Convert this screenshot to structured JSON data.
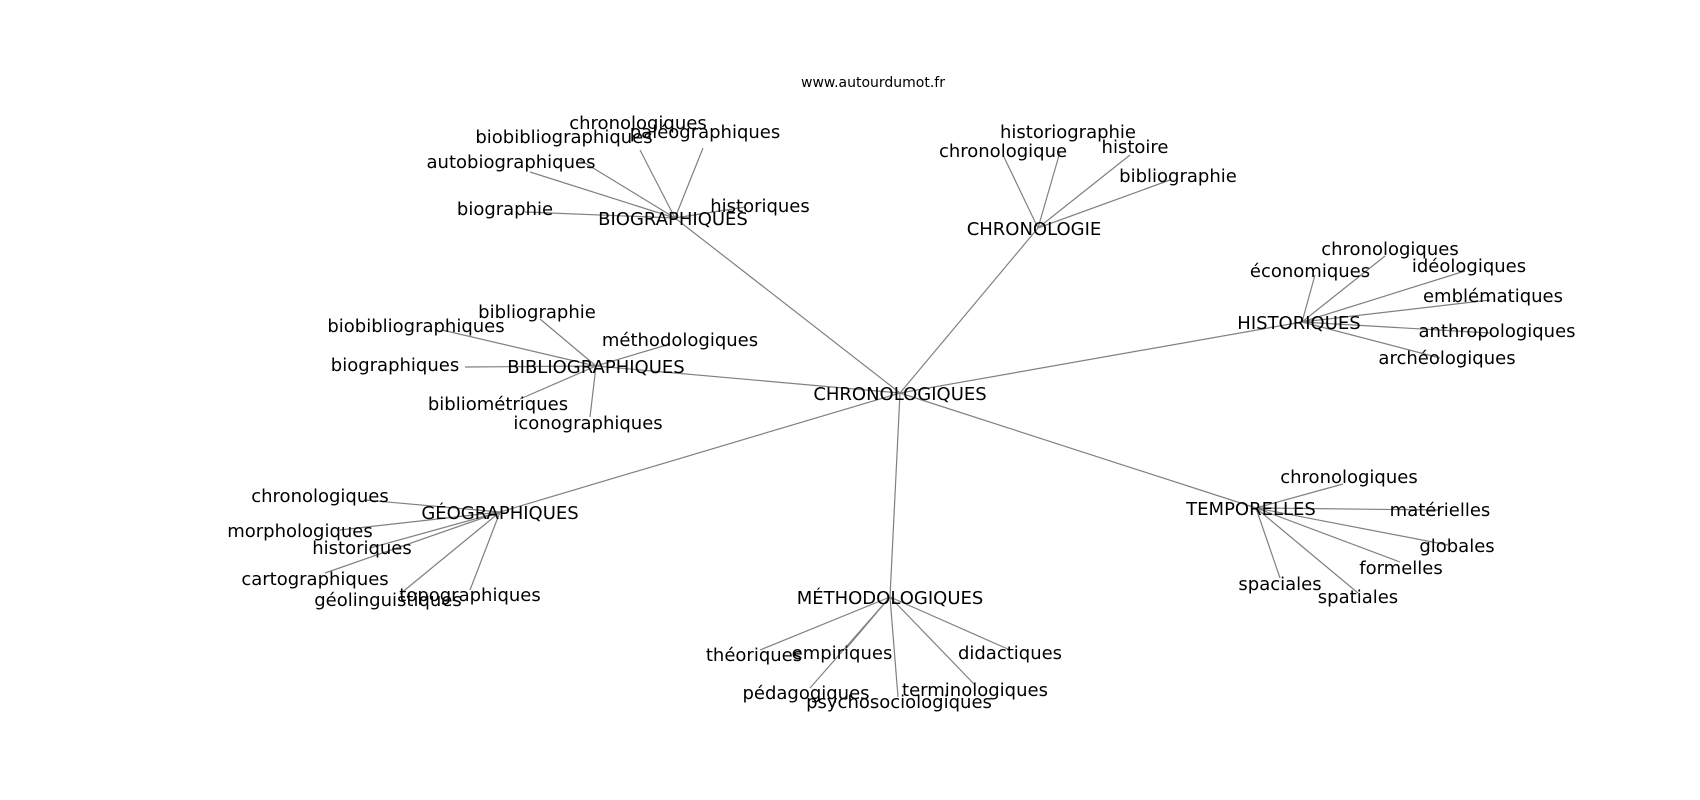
{
  "source_label": "www.autourdumot.fr",
  "edge_color": "#808080",
  "center": {
    "label": "CHRONOLOGIQUES"
  },
  "hubs": [
    {
      "id": "biographiques",
      "label": "BIOGRAPHIQUES",
      "leaves": [
        "chronologiques",
        "biobibliographiques",
        "autobiographiques",
        "paléographiques",
        "historiques",
        "biographie"
      ]
    },
    {
      "id": "chronologie",
      "label": "CHRONOLOGIE",
      "leaves": [
        "historiographie",
        "chronologique",
        "histoire",
        "bibliographie"
      ]
    },
    {
      "id": "historiques",
      "label": "HISTORIQUES",
      "leaves": [
        "chronologiques",
        "économiques",
        "idéologiques",
        "emblématiques",
        "anthropologiques",
        "archéologiques"
      ]
    },
    {
      "id": "bibliographiques",
      "label": "BIBLIOGRAPHIQUES",
      "leaves": [
        "bibliographie",
        "biobibliographiques",
        "méthodologiques",
        "biographiques",
        "bibliométriques",
        "iconographiques"
      ]
    },
    {
      "id": "geographiques",
      "label": "GÉOGRAPHIQUES",
      "leaves": [
        "chronologiques",
        "morphologiques",
        "historiques",
        "cartographiques",
        "géolinguistiques",
        "topographiques"
      ]
    },
    {
      "id": "temporelles",
      "label": "TEMPORELLES",
      "leaves": [
        "chronologiques",
        "matérielles",
        "globales",
        "formelles",
        "spaciales",
        "spatiales"
      ]
    },
    {
      "id": "methodologiques",
      "label": "MÉTHODOLOGIQUES",
      "leaves": [
        "théoriques",
        "empiriques",
        "didactiques",
        "pédagogiques",
        "terminologiques",
        "psychosociologiques"
      ]
    }
  ]
}
